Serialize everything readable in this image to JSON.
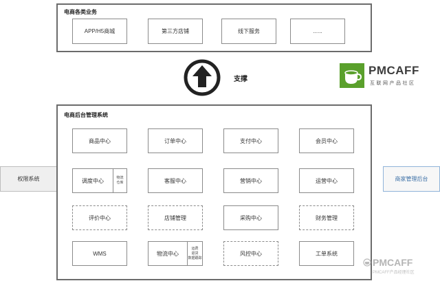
{
  "business": {
    "title": "电商各类业务",
    "items": [
      "APP/H5商城",
      "第三方店铺",
      "线下服务",
      "......"
    ]
  },
  "support_label": "支撑",
  "logo": {
    "name": "PMCAFF",
    "subtitle": "互联网产品社区"
  },
  "backend": {
    "title": "电商后台管理系统",
    "row1": [
      "商品中心",
      "订单中心",
      "支付中心",
      "会员中心"
    ],
    "row2": {
      "dispatch": {
        "label": "调度中心",
        "side": [
          "物流",
          "仓库"
        ]
      },
      "others": [
        "客服中心",
        "营销中心",
        "运营中心"
      ]
    },
    "row3": [
      "评价中心",
      "店铺管理",
      "采购中心",
      "财务管理"
    ],
    "row4": {
      "wms": "WMS",
      "logistics": {
        "label": "物流中心",
        "side": [
          "运费",
          "退货",
          "数据跟踪"
        ]
      },
      "risk": "风控中心",
      "ticket": "工单系统"
    }
  },
  "left_system": "权限系统",
  "right_system": "商家管理后台",
  "watermark": {
    "name": "PMCAFF",
    "subtitle": "PMCAFF产品经理社区"
  },
  "colors": {
    "brand_green": "#5aa02c",
    "merchant_blue": "#3b6fa6"
  }
}
